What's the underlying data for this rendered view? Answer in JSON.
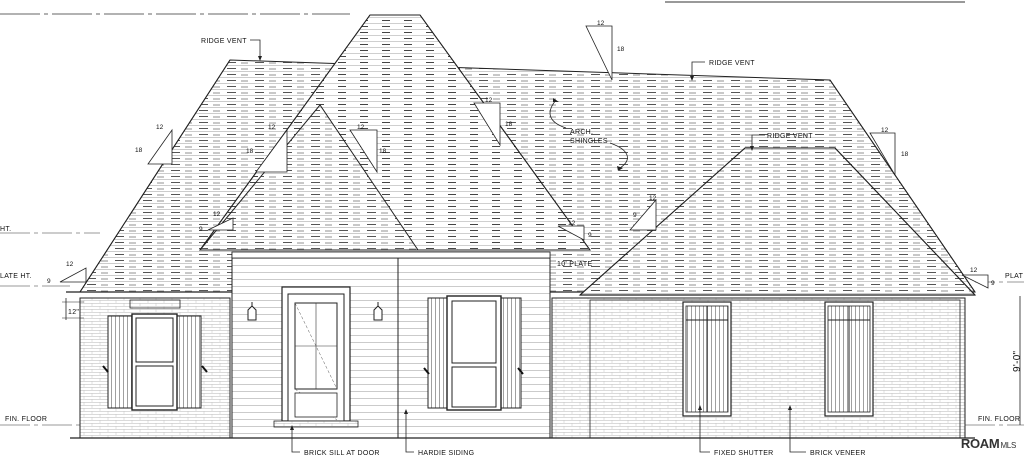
{
  "labels": {
    "ridge_vent_1": "RIDGE VENT",
    "ridge_vent_2": "RIDGE VENT",
    "ridge_vent_3": "RIDGE VENT",
    "arch_shingles_1": "ARCH.",
    "arch_shingles_2": "SHINGLES",
    "plate_10": "10' PLATE",
    "plate_ht_left": "LATE HT.",
    "plate_ht_left_top": "HT.",
    "plate_right": "PLAT",
    "fin_floor_left": "FIN. FLOOR",
    "fin_floor_right": "FIN. FLOOR",
    "brick_sill": "BRICK SILL AT DOOR",
    "hardie_siding": "HARDIE SIDING",
    "fixed_shutter": "FIXED SHUTTER",
    "brick_veneer": "BRICK VENEER",
    "dim_12_left": "12\"",
    "dim_height_right": "9'-0\""
  },
  "pitch": {
    "rise": "12",
    "run": "18",
    "run_9": "9"
  },
  "watermark": {
    "brand": "ROAM",
    "suffix": "MLS"
  }
}
